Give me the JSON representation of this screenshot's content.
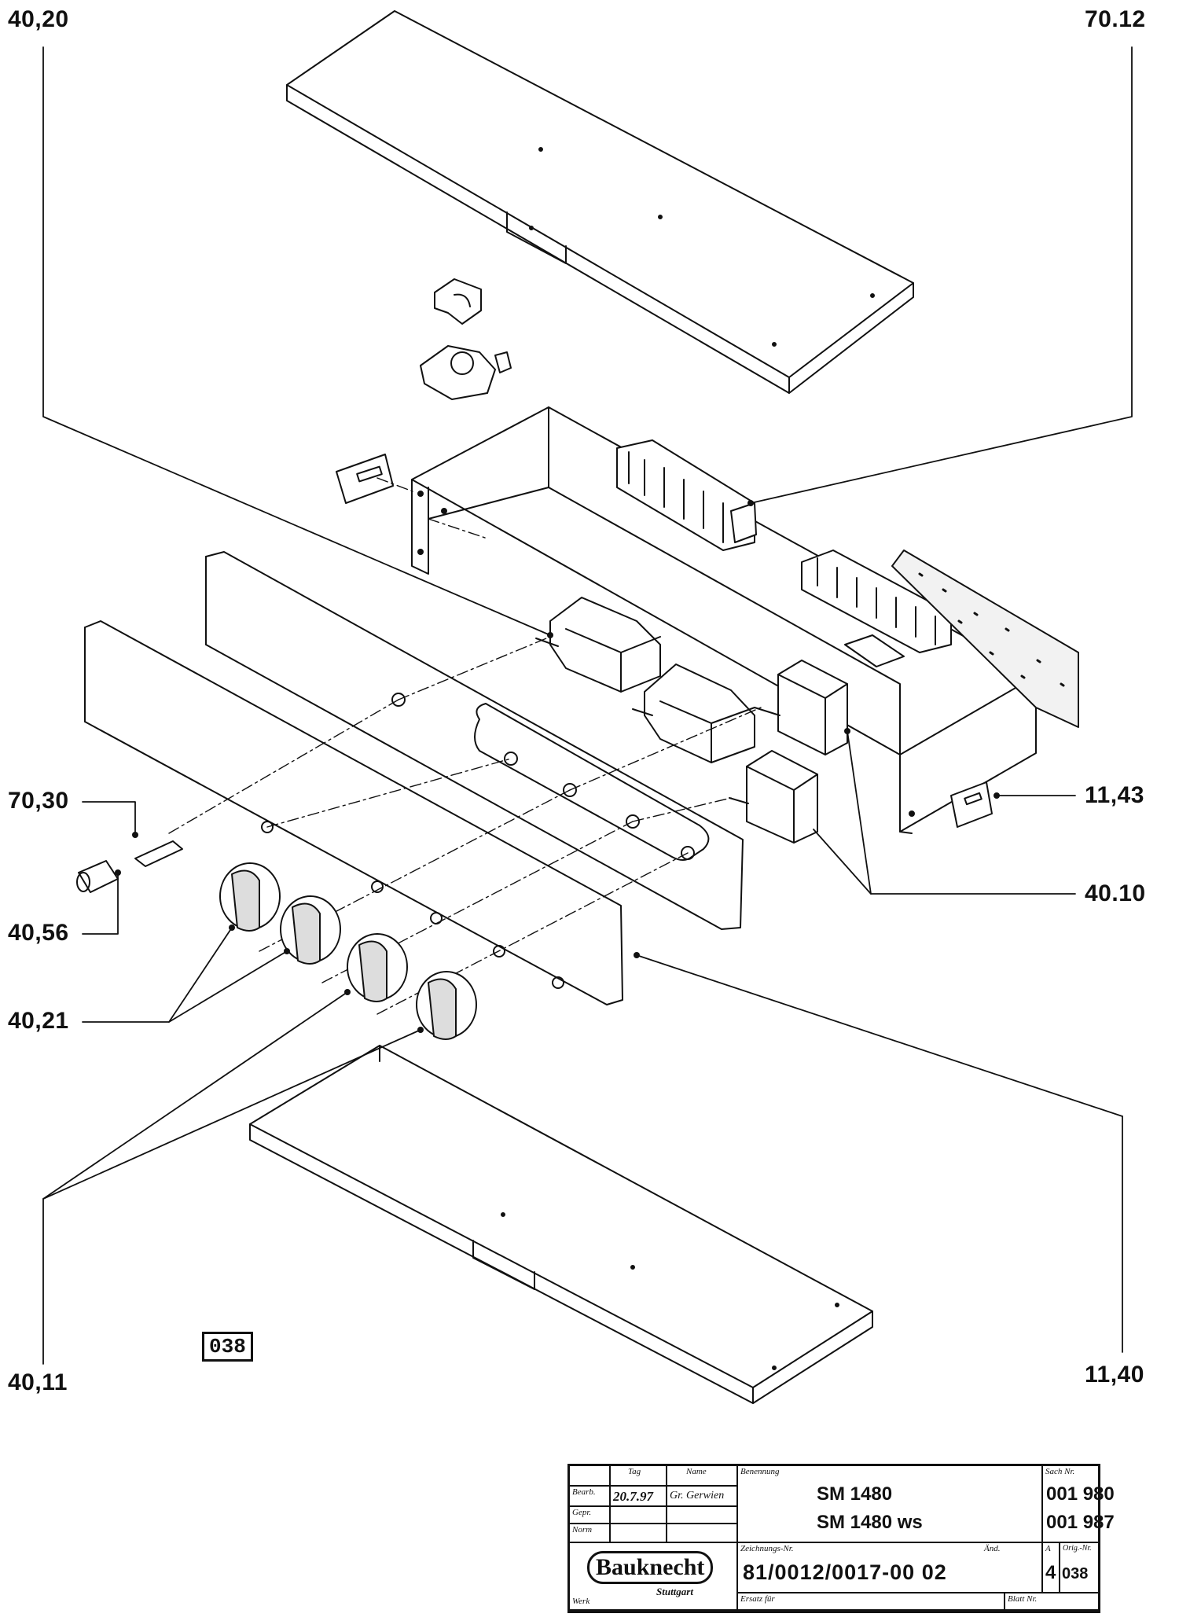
{
  "labels": {
    "l4020": "40,20",
    "l7012": "70.12",
    "l7030": "70,30",
    "l4056": "40,56",
    "l4021": "40,21",
    "l1143": "11,43",
    "l4010": "40.10",
    "l1140": "11,40",
    "l4011": "40,11",
    "page_box": "038"
  },
  "title_block": {
    "col_tag": "Tag",
    "col_name": "Name",
    "row_bearb": "Bearb.",
    "row_gepr": "Gepr.",
    "row_norm": "Norm",
    "bearb_date": "20.7.97",
    "bearb_signature": "Gr. Gerwien",
    "benennung_label": "Benennung",
    "model_1": "SM  1480",
    "model_2": "SM  1480 ws",
    "sach_label": "Sach Nr.",
    "sach_1": "001 980",
    "sach_2": "001 987",
    "brand": "Bauknecht",
    "brand_city": "Stuttgart",
    "werk_label": "Werk",
    "zeichnung_label": "Zeichnungs-Nr.",
    "zeichnung_nr": "81/0012/0017-00 02",
    "aend_label": "Änd.",
    "a_label": "A",
    "a_value": "4",
    "orig_label": "Orig.-Nr.",
    "orig_value": "038",
    "ersatz_label": "Ersatz für",
    "blatt_label": "Blatt Nr."
  }
}
